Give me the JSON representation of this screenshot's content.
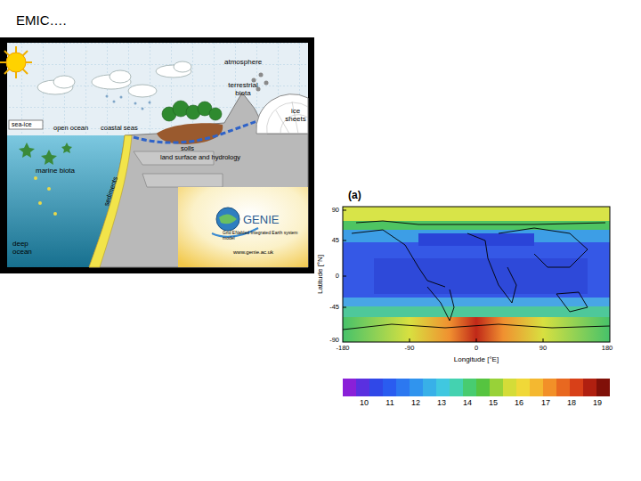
{
  "diagram": {
    "title": "EMIC….",
    "labels": [
      "atmosphere",
      "terrestrial biota",
      "ice sheets",
      "sea-ice",
      "open ocean",
      "coastal seas",
      "soils",
      "land surface and hydrology",
      "marine biota",
      "sediments",
      "deep ocean",
      "GENIE",
      "Grid ENabled Integrated Earth system model",
      "www.genie.ac.uk",
      "(a)",
      "90",
      "45",
      "0",
      "-45",
      "-90",
      "Latitude [°N]",
      "-180",
      "-90",
      "0",
      "90",
      "180",
      "Longitude [°E]",
      "10",
      "11",
      "12",
      "13",
      "14",
      "15",
      "16",
      "17",
      "18",
      "19"
    ]
  }
}
